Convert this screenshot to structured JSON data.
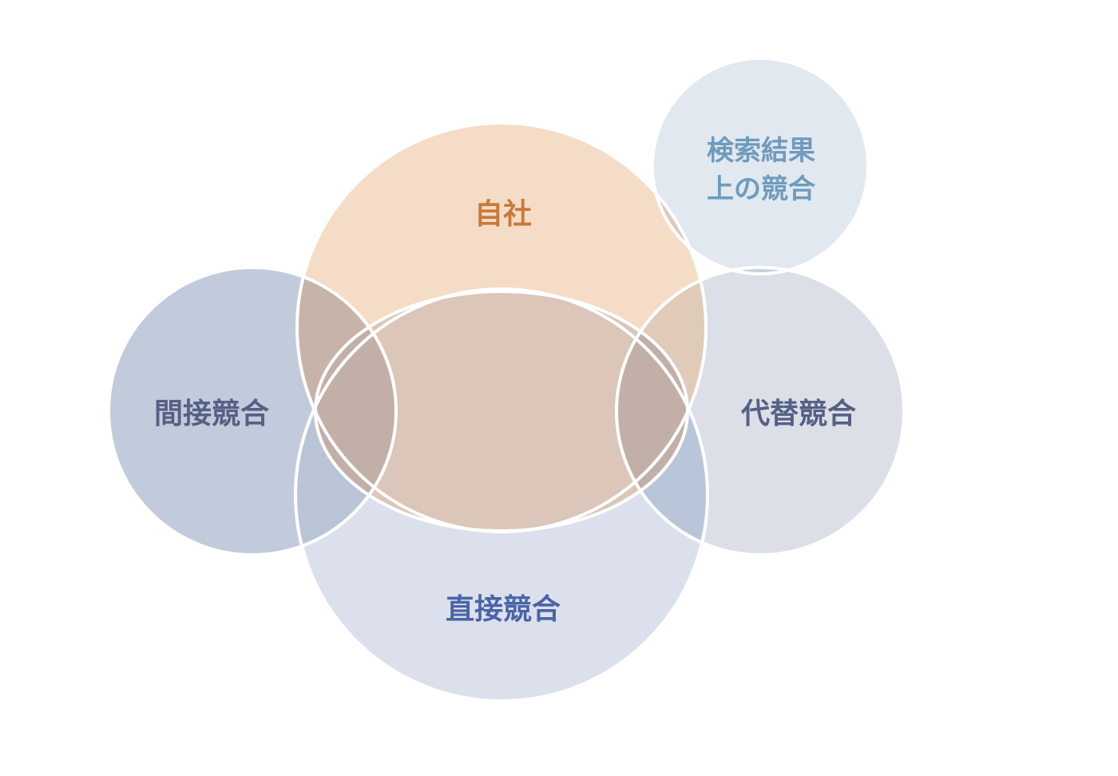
{
  "diagram": {
    "type": "venn",
    "circles": {
      "self": {
        "label": "自社",
        "fill": "#f5dcc6",
        "text_color": "#c87a3a"
      },
      "direct": {
        "label": "直接競合",
        "fill": "#dbe0ec",
        "text_color": "#4a64a8"
      },
      "indirect": {
        "label": "間接競合",
        "fill": "#c2cbdb",
        "text_color": "#556085"
      },
      "substitute": {
        "label": "代替競合",
        "fill": "#dcdfe7",
        "text_color": "#556085"
      },
      "search": {
        "label_line1": "検索結果",
        "label_line2": "上の競合",
        "fill": "#e1e8f0",
        "text_color": "#6f9bbd"
      }
    },
    "overlap_colors": {
      "self_direct": "#dbc6b9",
      "self_indirect": "#c7b3a8",
      "self_substitute": "#e0cbb8",
      "triple": "#c2b0a8",
      "direct_indirect": "#b9c5d7",
      "direct_substitute": "#b9c5d9",
      "search_self": "#dccbbd",
      "search_substitute": "#c6cfdc"
    }
  }
}
